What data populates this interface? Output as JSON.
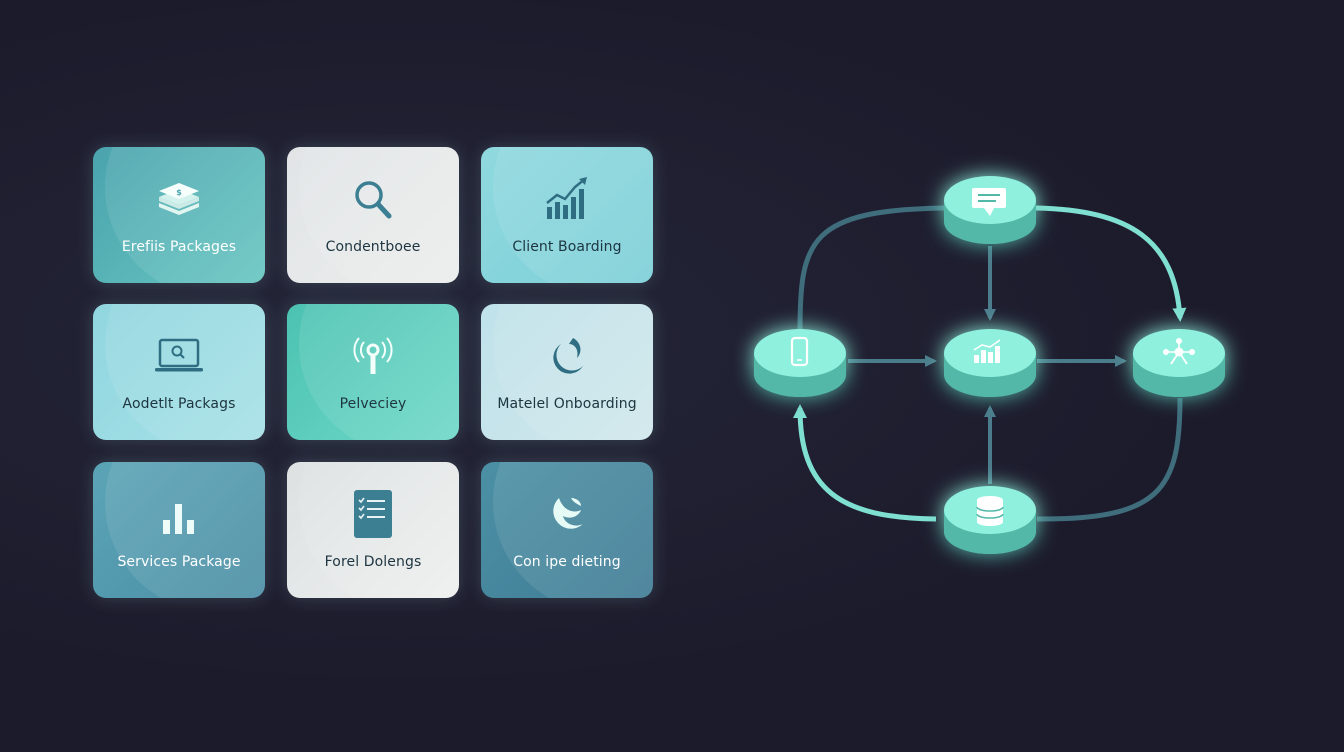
{
  "colors": {
    "background": "#1c1b2c",
    "node_top": "#8ff0dd",
    "node_side": "#52b8a8",
    "connector_dark": "#3f6d7c",
    "connector_light": "#7fe0d2"
  },
  "cards": [
    {
      "label": "Erefiis Packages",
      "icon": "stacked-layers-icon"
    },
    {
      "label": "Condentboee",
      "icon": "magnifier-icon"
    },
    {
      "label": "Client Boarding",
      "icon": "bar-chart-trend-icon"
    },
    {
      "label": "Aodetlt Packags",
      "icon": "laptop-search-icon"
    },
    {
      "label": "Pelveciey",
      "icon": "signal-tower-icon"
    },
    {
      "label": "Matelel Onboarding",
      "icon": "crescent-shape-icon"
    },
    {
      "label": "Services Package",
      "icon": "bar-chart-icon"
    },
    {
      "label": "Forel Dolengs",
      "icon": "checklist-icon"
    },
    {
      "label": "Con ipe dieting",
      "icon": "wave-shape-icon"
    }
  ],
  "network": {
    "nodes": [
      {
        "id": "top",
        "icon": "chat-bubble-icon"
      },
      {
        "id": "left",
        "icon": "smartphone-icon"
      },
      {
        "id": "center",
        "icon": "bar-chart-icon"
      },
      {
        "id": "right",
        "icon": "hub-network-icon"
      },
      {
        "id": "bottom",
        "icon": "database-icon"
      }
    ]
  }
}
